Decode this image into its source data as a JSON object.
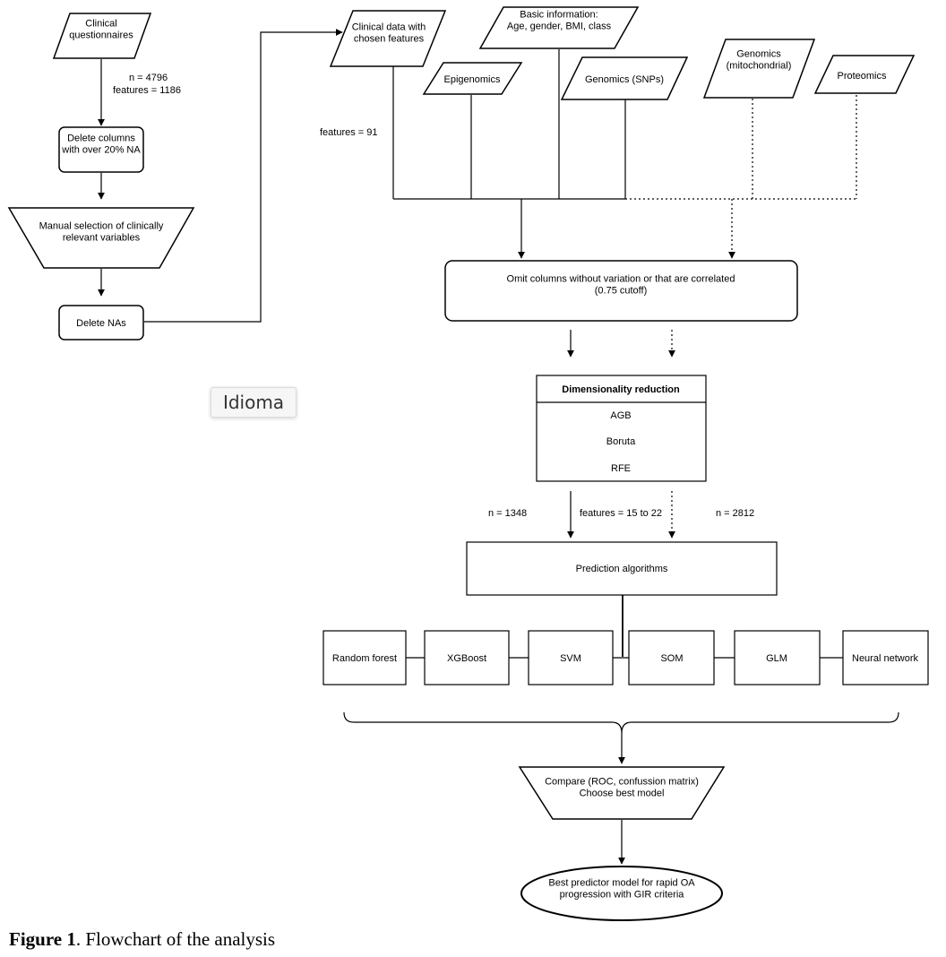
{
  "nodes": {
    "clinical_questionnaires": [
      "Clinical",
      "questionnaires"
    ],
    "delete_columns": [
      "Delete columns",
      "with over 20% NA"
    ],
    "manual_selection": [
      "Manual selection of clinically",
      "relevant variables"
    ],
    "delete_nas": [
      "Delete NAs"
    ],
    "clinical_data": [
      "Clinical data with",
      "chosen features"
    ],
    "basic_info": [
      "Basic information:",
      "Age, gender, BMI, class"
    ],
    "epigenomics": [
      "Epigenomics"
    ],
    "genomics_snps": [
      "Genomics (SNPs)"
    ],
    "genomics_mito": [
      "Genomics",
      "(mitochondrial)"
    ],
    "proteomics": [
      "Proteomics"
    ],
    "omit_columns": [
      "Omit columns without variation or that are correlated",
      "(0.75 cutoff)"
    ],
    "dimensionality": {
      "title": "Dimensionality reduction",
      "methods": [
        "AGB",
        "Boruta",
        "RFE"
      ]
    },
    "prediction": [
      "Prediction algorithms"
    ],
    "algorithms": [
      "Random forest",
      "XGBoost",
      "SVM",
      "SOM",
      "GLM",
      "Neural network"
    ],
    "compare": [
      "Compare (ROC, confussion matrix)",
      "Choose best model"
    ],
    "best_model": [
      "Best predictor model for rapid OA",
      "progression with GIR criteria"
    ]
  },
  "annotations": {
    "n_initial": "n = 4796",
    "features_initial": "features = 1186",
    "features_91": "features = 91",
    "n_1348": "n = 1348",
    "features_range": "features = 15 to 22",
    "n_2812": "n = 2812"
  },
  "overlay": {
    "tooltip": "Idioma"
  },
  "caption": {
    "label": "Figure 1",
    "text": ". Flowchart of the analysis"
  }
}
